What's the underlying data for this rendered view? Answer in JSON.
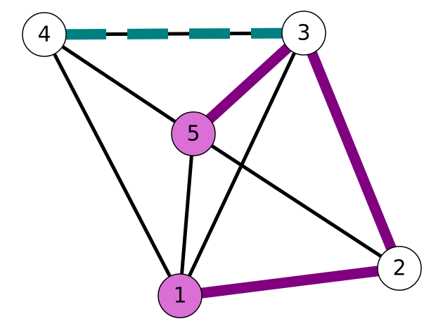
{
  "graph": {
    "nodes": [
      {
        "id": "1",
        "label": "1",
        "fill": "#da70d6"
      },
      {
        "id": "2",
        "label": "2",
        "fill": "#ffffff"
      },
      {
        "id": "3",
        "label": "3",
        "fill": "#ffffff"
      },
      {
        "id": "4",
        "label": "4",
        "fill": "#ffffff"
      },
      {
        "id": "5",
        "label": "5",
        "fill": "#da70d6"
      }
    ],
    "edges": [
      {
        "from": "4",
        "to": "1",
        "style": "plain"
      },
      {
        "from": "4",
        "to": "5",
        "style": "plain"
      },
      {
        "from": "5",
        "to": "1",
        "style": "plain"
      },
      {
        "from": "3",
        "to": "1",
        "style": "plain"
      },
      {
        "from": "5",
        "to": "2",
        "style": "plain"
      },
      {
        "from": "4",
        "to": "3",
        "style": "plain"
      },
      {
        "from": "4",
        "to": "3",
        "style": "dashed-highlight"
      },
      {
        "from": "5",
        "to": "3",
        "style": "bold-highlight"
      },
      {
        "from": "3",
        "to": "2",
        "style": "bold-highlight"
      },
      {
        "from": "1",
        "to": "2",
        "style": "bold-highlight"
      }
    ],
    "colors": {
      "plain_edge": "#000000",
      "bold_edge": "#800080",
      "dashed_edge": "#008080",
      "node_stroke": "#000000"
    }
  }
}
